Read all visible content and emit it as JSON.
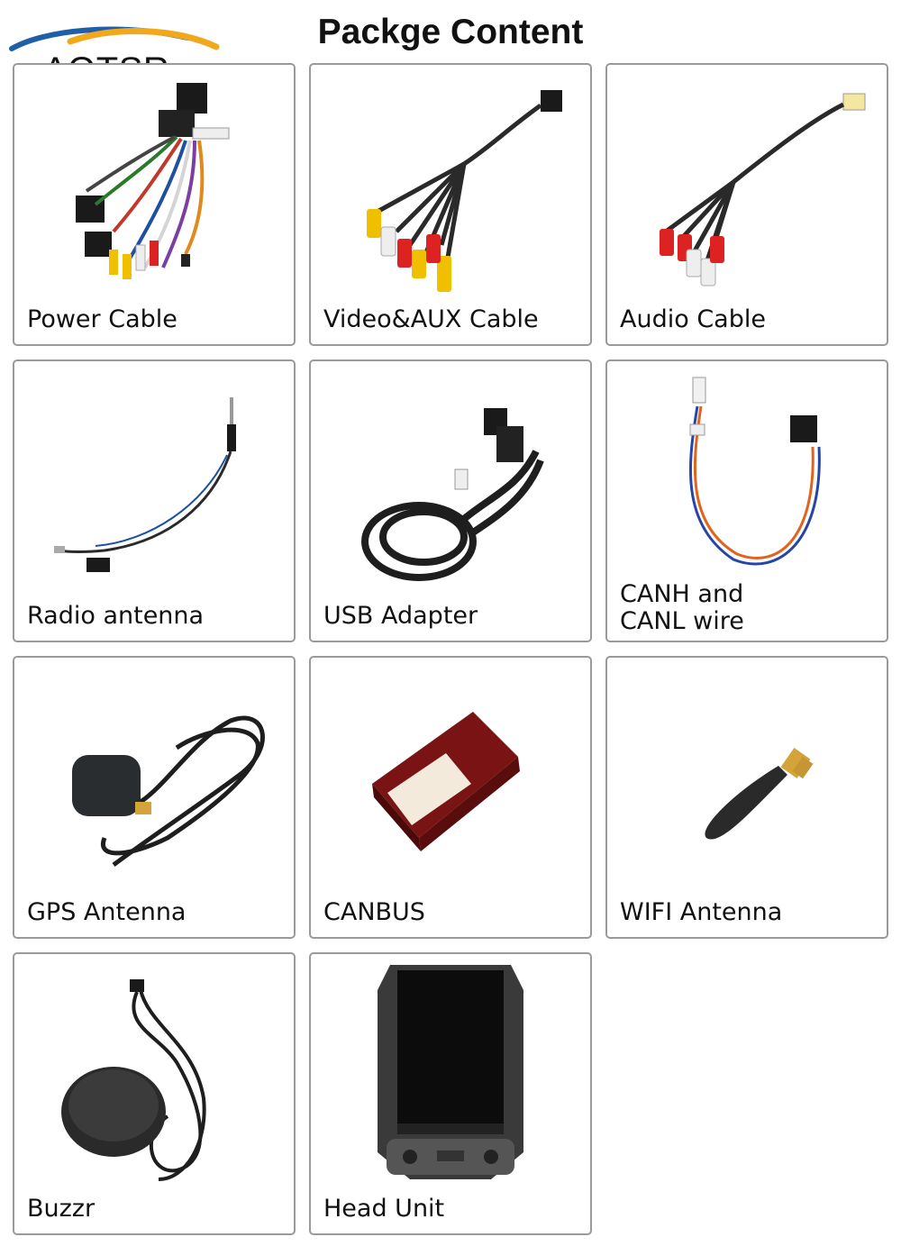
{
  "brand": {
    "name": "AOTSR",
    "swoosh_colors": [
      "#1f5fa8",
      "#f2a81d"
    ]
  },
  "page": {
    "title": "Packge Content"
  },
  "items": [
    {
      "label": "Power Cable",
      "icon": "power-cable-icon"
    },
    {
      "label": "Video&AUX Cable",
      "icon": "video-aux-cable-icon"
    },
    {
      "label": "Audio Cable",
      "icon": "audio-cable-icon"
    },
    {
      "label": "Radio antenna",
      "icon": "radio-antenna-icon"
    },
    {
      "label": "USB Adapter",
      "icon": "usb-adapter-icon"
    },
    {
      "label_line1": "CANH and",
      "label_line2": "CANL wire",
      "icon": "canh-canl-wire-icon"
    },
    {
      "label": "GPS Antenna",
      "icon": "gps-antenna-icon"
    },
    {
      "label": "CANBUS",
      "icon": "canbus-box-icon"
    },
    {
      "label": "WIFI Antenna",
      "icon": "wifi-antenna-icon"
    },
    {
      "label": "Buzzr",
      "icon": "buzzer-icon"
    },
    {
      "label": "Head Unit",
      "icon": "head-unit-icon"
    }
  ]
}
